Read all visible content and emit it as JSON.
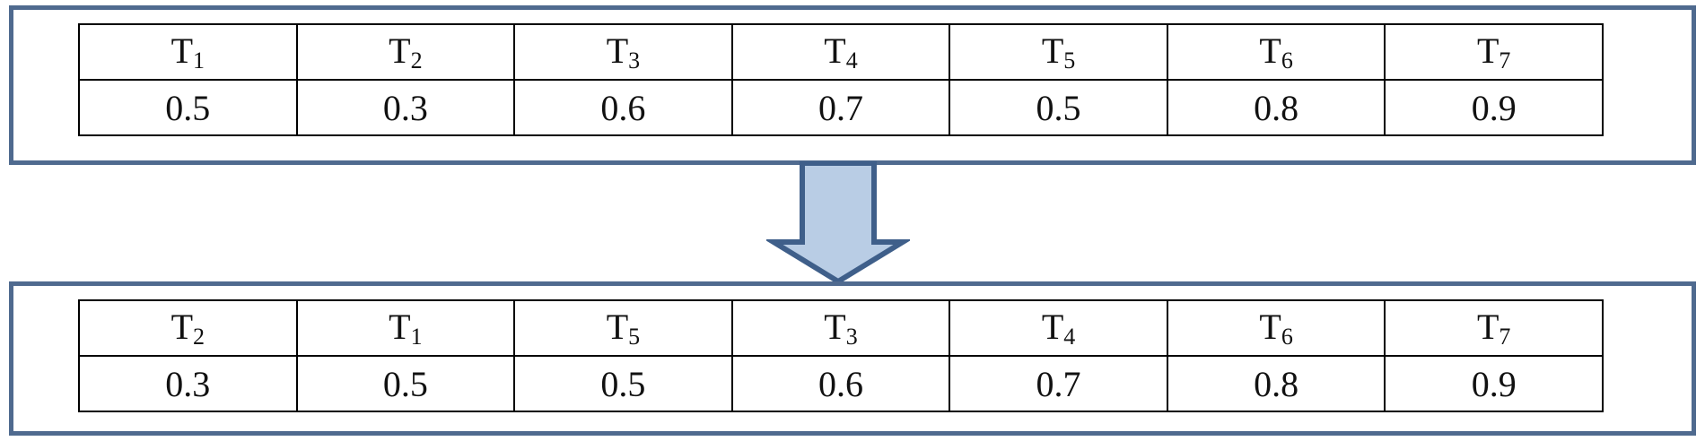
{
  "before": {
    "tasks": [
      {
        "letter": "T",
        "index": "1",
        "value": "0.5"
      },
      {
        "letter": "T",
        "index": "2",
        "value": "0.3"
      },
      {
        "letter": "T",
        "index": "3",
        "value": "0.6"
      },
      {
        "letter": "T",
        "index": "4",
        "value": "0.7"
      },
      {
        "letter": "T",
        "index": "5",
        "value": "0.5"
      },
      {
        "letter": "T",
        "index": "6",
        "value": "0.8"
      },
      {
        "letter": "T",
        "index": "7",
        "value": "0.9"
      }
    ]
  },
  "after": {
    "tasks": [
      {
        "letter": "T",
        "index": "2",
        "value": "0.3"
      },
      {
        "letter": "T",
        "index": "1",
        "value": "0.5"
      },
      {
        "letter": "T",
        "index": "5",
        "value": "0.5"
      },
      {
        "letter": "T",
        "index": "3",
        "value": "0.6"
      },
      {
        "letter": "T",
        "index": "4",
        "value": "0.7"
      },
      {
        "letter": "T",
        "index": "6",
        "value": "0.8"
      },
      {
        "letter": "T",
        "index": "7",
        "value": "0.9"
      }
    ]
  },
  "colors": {
    "panel_border": "#4f6a8f",
    "arrow_fill": "#b9cde5",
    "arrow_stroke": "#3f5f8a"
  },
  "arrow": {
    "direction": "down",
    "icon": "down-arrow-icon"
  }
}
